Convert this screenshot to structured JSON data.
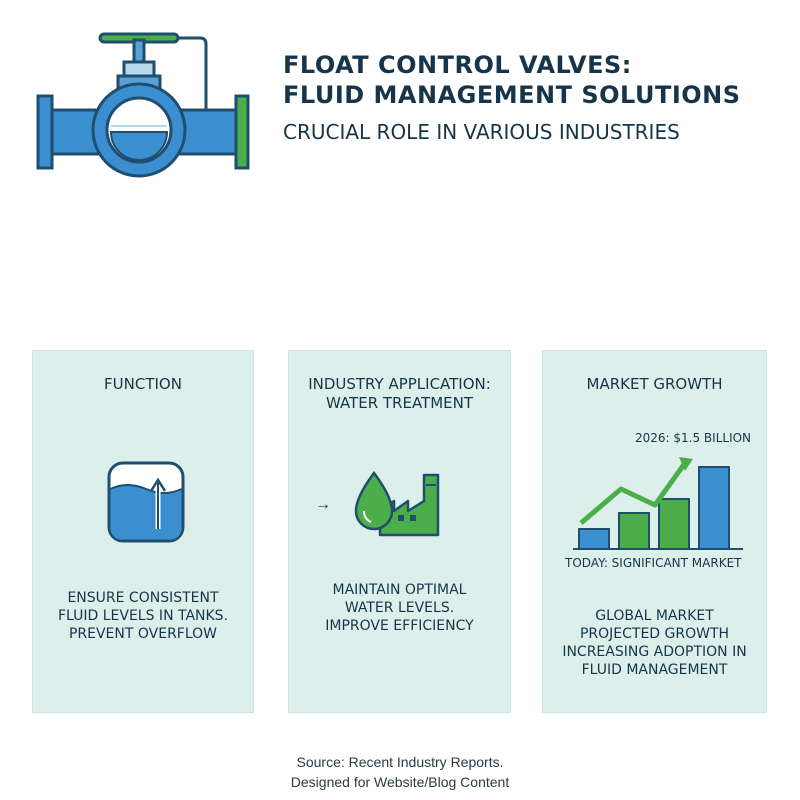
{
  "header": {
    "title_line1": "FLOAT CONTROL VALVES:",
    "title_line2": "FLUID MANAGEMENT SOLUTIONS",
    "subtitle": "CRUCIAL ROLE IN VARIOUS INDUSTRIES",
    "icon": "valve-icon"
  },
  "colors": {
    "blue": "#3b8fd1",
    "dark_blue": "#1f4e6e",
    "green": "#4cae4a",
    "panel_bg": "#dcefea"
  },
  "panels": [
    {
      "heading": [
        "FUNCTION"
      ],
      "icon": "tank-level-icon",
      "body": [
        "ENSURE CONSISTENT",
        "FLUID LEVELS IN TANKS.",
        "PREVENT OVERFLOW"
      ]
    },
    {
      "heading": [
        "INDUSTRY APPLICATION:",
        "WATER TREATMENT"
      ],
      "icon": "water-drop-factory-icon",
      "arrow": "→",
      "body": [
        "MAINTAIN OPTIMAL",
        "WATER LEVELS.",
        "IMPROVE EFFICIENCY"
      ]
    },
    {
      "heading": [
        "MARKET GROWTH"
      ],
      "icon": "growth-chart-icon",
      "chart_top_label": "2026: $1.5 BILLION",
      "chart_bottom_label": "TODAY: SIGNIFICANT MARKET",
      "body": [
        "GLOBAL MARKET",
        "PROJECTED GROWTH",
        "INCREASING ADOPTION IN",
        "FLUID MANAGEMENT"
      ]
    }
  ],
  "footer": {
    "line1": "Source: Recent Industry Reports.",
    "line2": "Designed for Website/Blog Content"
  }
}
